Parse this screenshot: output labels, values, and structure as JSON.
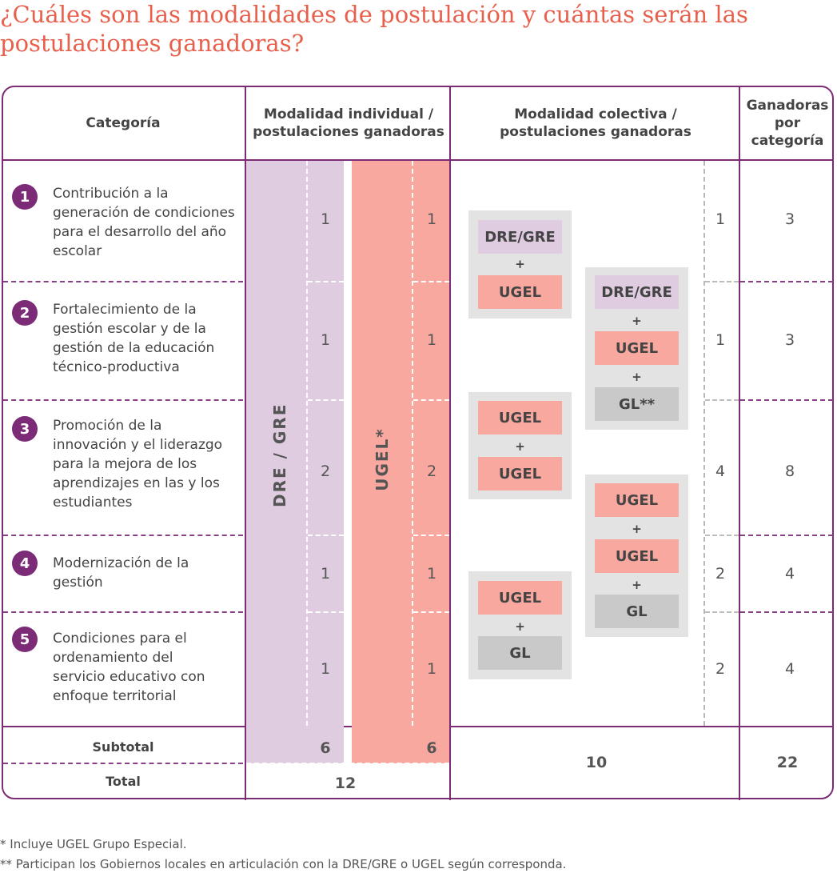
{
  "title": "¿Cuáles son las modalidades de postulación y cuántas serán las postulaciones ganadoras?",
  "headers": {
    "category": "Categoría",
    "individual": "Modalidad individual / postulaciones ganadoras",
    "collective": "Modalidad colectiva / postulaciones ganadoras",
    "winners": "Ganadoras por categoría"
  },
  "side_labels": {
    "dre": "DRE / GRE",
    "ugel": "UGEL*"
  },
  "categories": [
    {
      "number": "1",
      "label": "Contribución a la generación de condiciones para el desarrollo del año escolar",
      "dre": "1",
      "ugel": "1",
      "collective": "1",
      "total": "3"
    },
    {
      "number": "2",
      "label": "Fortalecimiento de la gestión escolar y de la gestión de la educación técnico-productiva",
      "dre": "1",
      "ugel": "1",
      "collective": "1",
      "total": "3"
    },
    {
      "number": "3",
      "label": "Promoción de la innovación y el liderazgo para la mejora de los aprendizajes en las y los estudiantes",
      "dre": "2",
      "ugel": "2",
      "collective": "4",
      "total": "8"
    },
    {
      "number": "4",
      "label": "Modernización de la gestión",
      "dre": "1",
      "ugel": "1",
      "collective": "2",
      "total": "4"
    },
    {
      "number": "5",
      "label": "Condiciones para el ordenamiento del servicio educativo con enfoque territorial",
      "dre": "1",
      "ugel": "1",
      "collective": "2",
      "total": "4"
    }
  ],
  "combos": {
    "c1": [
      "DRE/GRE",
      "UGEL"
    ],
    "c2": [
      "DRE/GRE",
      "UGEL",
      "GL**"
    ],
    "c3": [
      "UGEL",
      "UGEL"
    ],
    "c4": [
      "UGEL",
      "UGEL",
      "GL"
    ],
    "c5": [
      "UGEL",
      "GL"
    ],
    "plus": "+"
  },
  "footer_rows": {
    "subtotal_label": "Subtotal",
    "total_label": "Total",
    "dre_subtotal": "6",
    "ugel_subtotal": "6",
    "individual_total": "12",
    "collective_total": "10",
    "winners_total": "22"
  },
  "footnotes": [
    "* Incluye UGEL Grupo Especial.",
    "** Participan los Gobiernos locales en articulación con la DRE/GRE o UGEL según corresponda."
  ],
  "colors": {
    "accent": "#7c2c76",
    "title": "#e8604c",
    "dre": "#dfcce0",
    "ugel": "#f8a89f",
    "gl": "#c9c9c9",
    "box": "#e3e3e3"
  }
}
